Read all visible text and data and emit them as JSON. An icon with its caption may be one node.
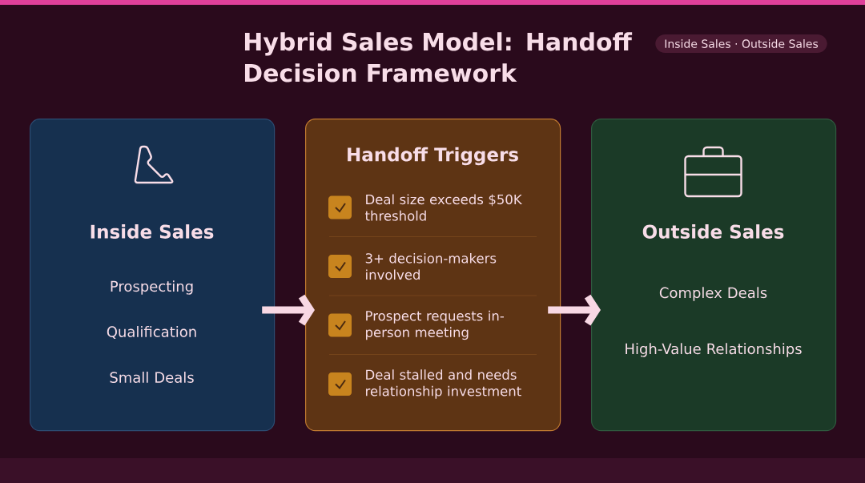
{
  "diagram": {
    "title": "Hybrid Sales Model: Handoff Decision Framework",
    "nodes": [
      {
        "text": [
          "Inside Sales · Outside Sales"
        ]
      },
      {
        "text": [
          "Inside Sales",
          "Prospecting",
          "Qualification",
          "Small Deals"
        ]
      },
      {
        "text": [
          "Handoff Triggers",
          "Deal size exceeds $50K threshold",
          "3+ decision-makers involved",
          "Prospect requests in-person meeting",
          "Deal stalled and needs relationship investment"
        ]
      },
      {
        "text": [
          "Outside Sales",
          "Complex Deals",
          "High-Value Relationships"
        ]
      }
    ],
    "edges": [
      {
        "from": 1,
        "to": 2,
        "arrow": "to"
      },
      {
        "from": 2,
        "to": 3,
        "arrow": "to"
      }
    ]
  }
}
